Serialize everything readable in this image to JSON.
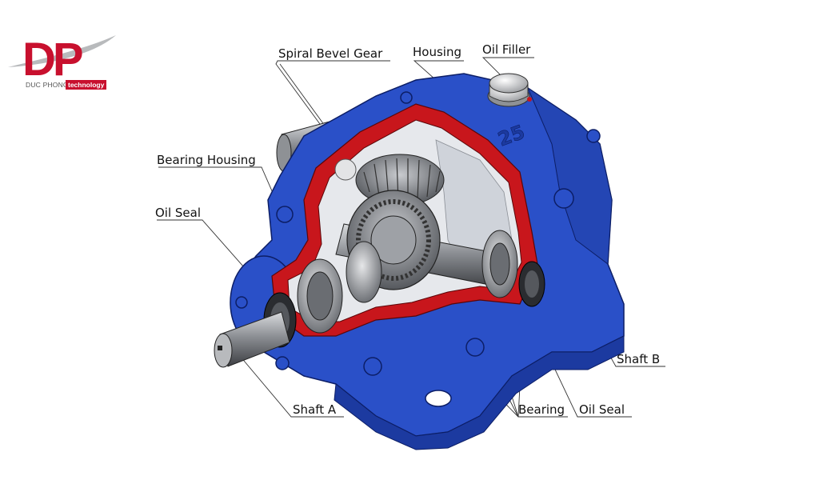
{
  "brand": {
    "monogram": "DP",
    "name": "DUC PHONG",
    "tag": "technology"
  },
  "colors": {
    "housing_blue": "#2a50c8",
    "cutaway_red": "#c8161c",
    "steel": "#8c8f94",
    "brand_red": "#c8102e"
  },
  "housing_mark": "25",
  "labels": {
    "spiral_bevel_gear": "Spiral Bevel Gear",
    "housing": "Housing",
    "oil_filler": "Oil Filler",
    "bearing_housing": "Bearing Housing",
    "oil_seal_left": "Oil Seal",
    "shaft_a": "Shaft A",
    "bearing": "Bearing",
    "oil_seal_right": "Oil Seal",
    "shaft_b": "Shaft B"
  }
}
